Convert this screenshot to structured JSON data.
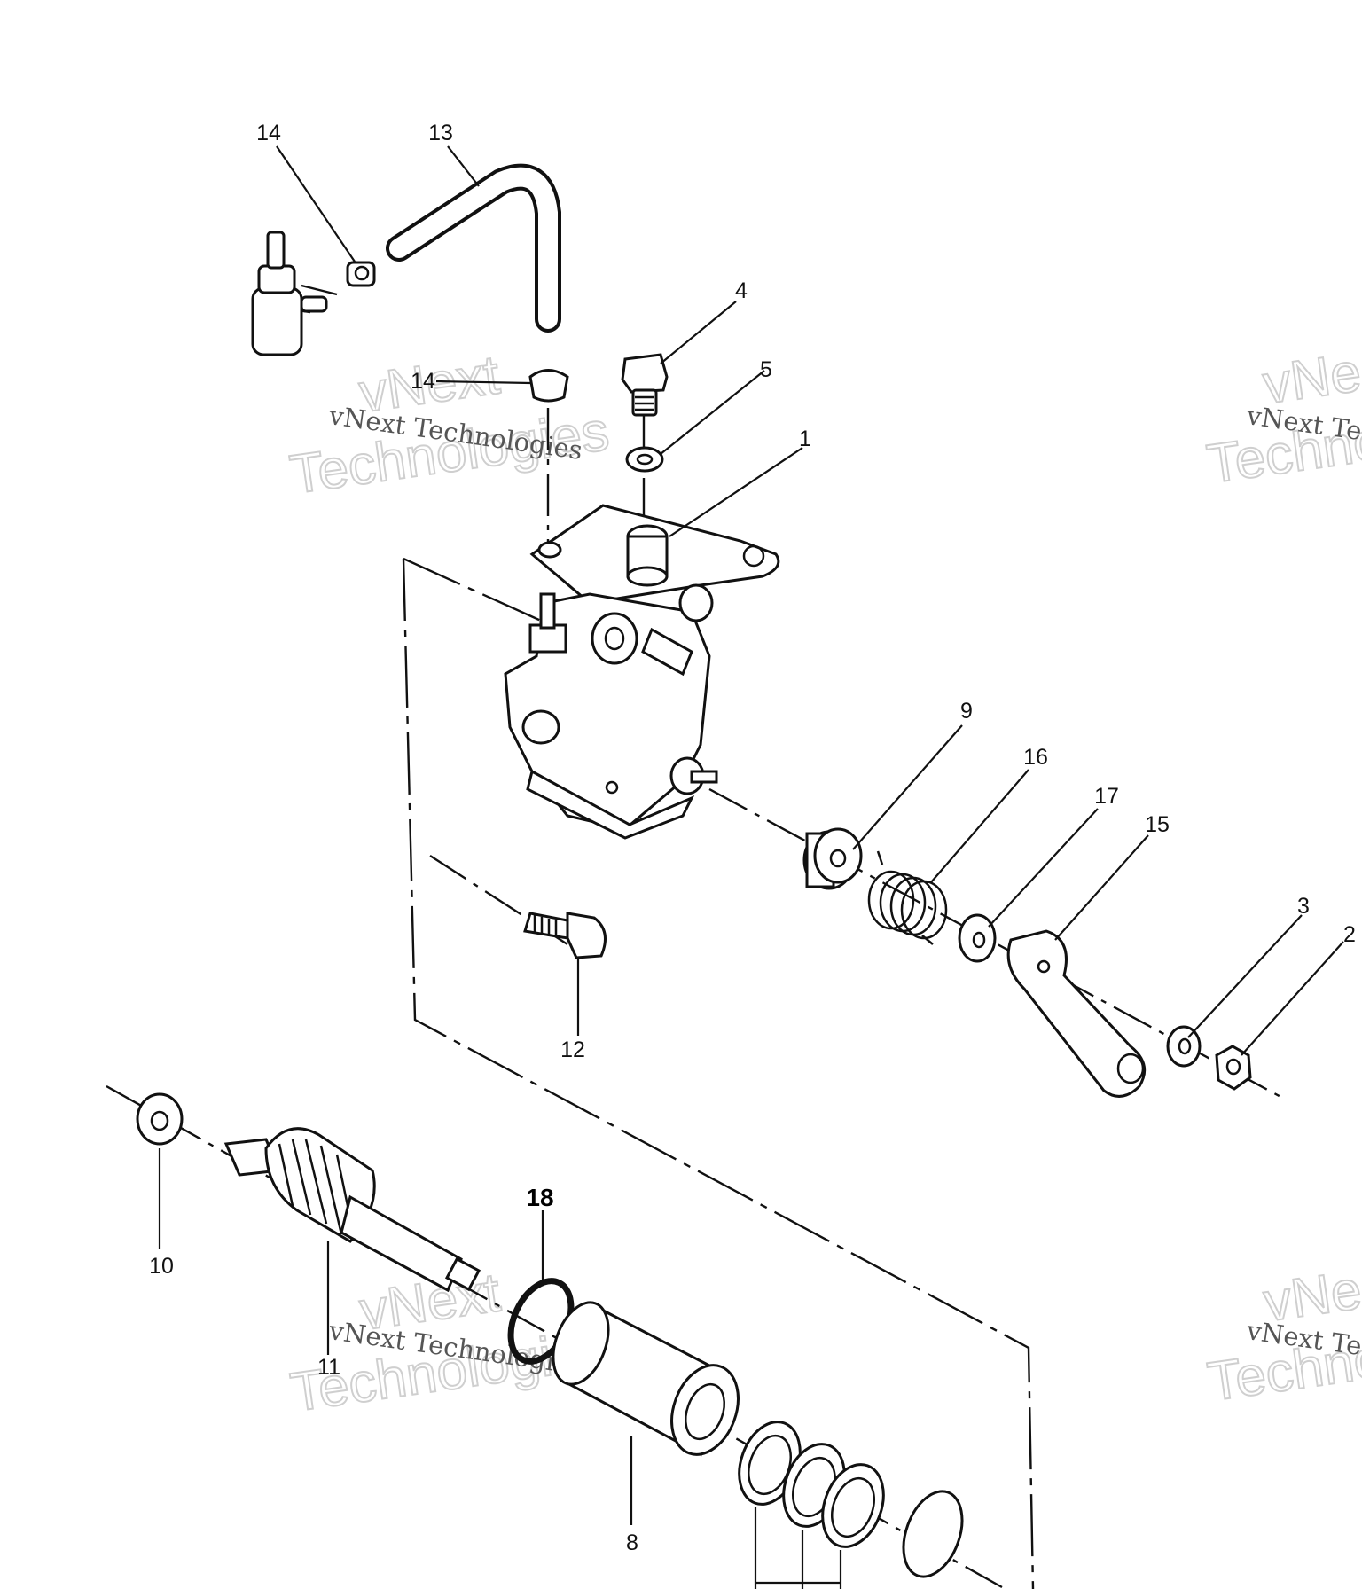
{
  "diagram": {
    "part_labels": [
      "14",
      "13",
      "4",
      "14",
      "5",
      "1",
      "9",
      "16",
      "17",
      "15",
      "3",
      "2",
      "12",
      "10",
      "11",
      "18",
      "8"
    ]
  },
  "watermarks": [
    {
      "small": "vNext Technologies",
      "big_top": "vNext",
      "big_bottom": "Technologies"
    },
    {
      "small": "vNext Te",
      "big_top": "vNe",
      "big_bottom": "Techno"
    },
    {
      "small": "vNext Technologies",
      "big_top": "vNext",
      "big_bottom": "Technologies"
    },
    {
      "small": "vNext Te",
      "big_top": "vNe",
      "big_bottom": "Techno"
    }
  ]
}
